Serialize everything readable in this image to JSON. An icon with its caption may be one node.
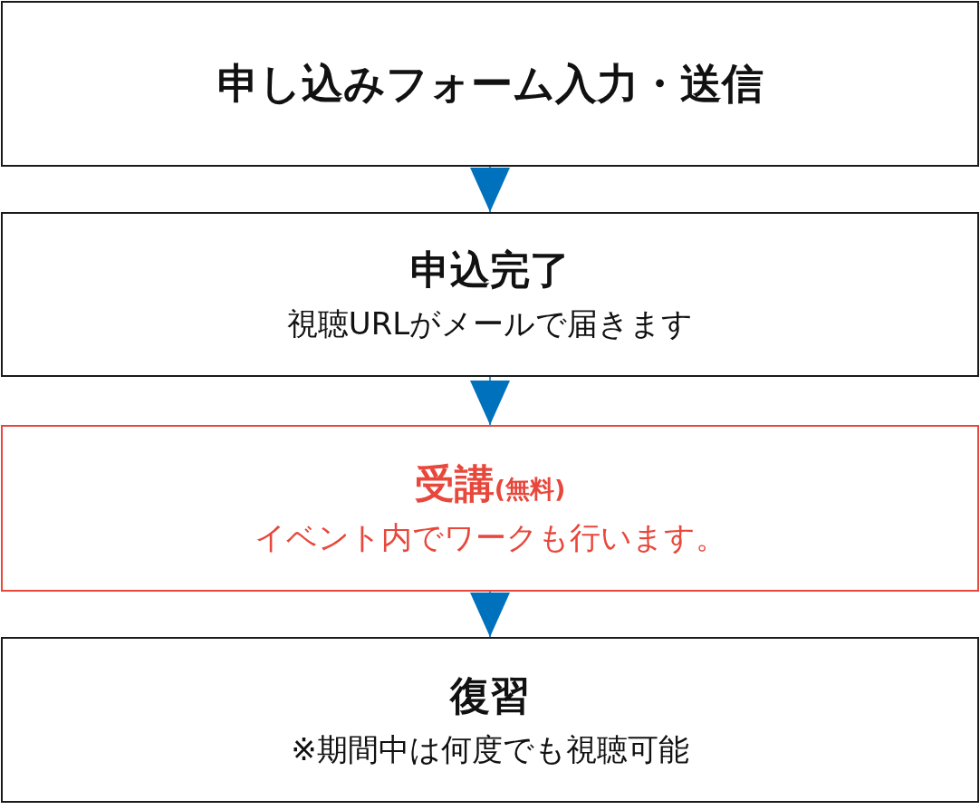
{
  "diagram": {
    "nodes": [
      {
        "text": [
          "申し込みフォーム入力・送信"
        ]
      },
      {
        "text": [
          "申込完了",
          "視聴URLがメールで届きます"
        ]
      },
      {
        "text": [
          "受講",
          "(無料)",
          "イベント内でワークも行います。"
        ]
      },
      {
        "text": [
          "復習",
          "※期間中は何度でも視聴可能"
        ]
      }
    ],
    "edges": [
      {
        "from": 0,
        "to": 1,
        "arrow": "to"
      },
      {
        "from": 1,
        "to": 2,
        "arrow": "to"
      },
      {
        "from": 2,
        "to": 3,
        "arrow": "to"
      }
    ]
  }
}
